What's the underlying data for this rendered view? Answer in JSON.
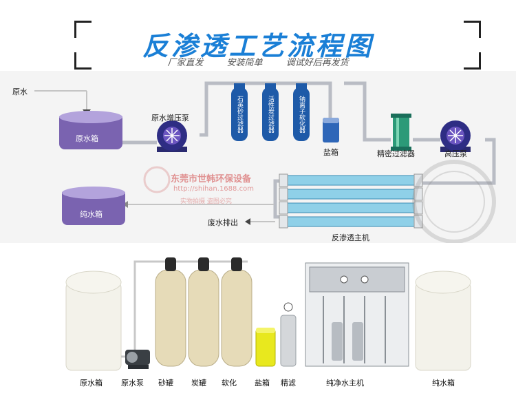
{
  "title": "反渗透工艺流程图",
  "subtitle": "厂家直发   安装简单   调试好后再发货",
  "diagram": {
    "raw_water_label": "原水",
    "raw_tank_label": "原水箱",
    "booster_pump_label": "原水增压泵",
    "filter_1": "石英砂过滤器",
    "filter_2": "活性炭过滤器",
    "filter_3": "钠离子软化器",
    "salt_tank_label": "盐箱",
    "precision_filter_label": "精密过滤器",
    "high_pressure_pump_label": "高压泵",
    "pure_tank_label": "纯水箱",
    "waste_label": "废水排出",
    "ro_host_label": "反渗透主机",
    "watermark_company": "东莞市世韩环保设备",
    "watermark_url": "http://shihan.1688.com",
    "watermark_note": "实物拍摄 盗图必究"
  },
  "photo_labels": [
    "原水箱",
    "原水泵",
    "砂罐",
    "炭罐",
    "软化",
    "盐箱",
    "精滤",
    "纯净水主机",
    "纯水箱"
  ],
  "colors": {
    "title": "#1a7fd6",
    "tank_purple": "#7a63b0",
    "filter_blue": "#1e5aa8",
    "pipe": "#b9bcc4",
    "membrane": "#8fd0e8"
  }
}
